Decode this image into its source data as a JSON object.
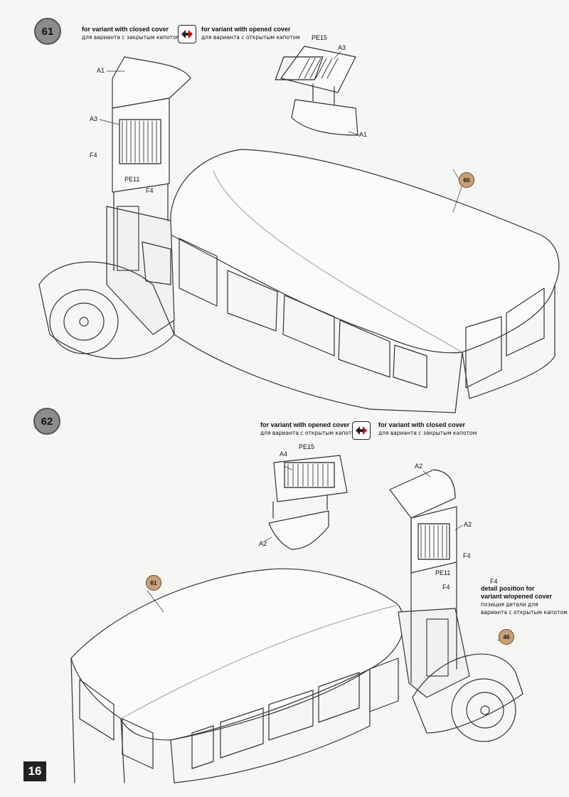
{
  "steps": [
    {
      "number": "61",
      "closed_en": "for variant with closed cover",
      "closed_ru": "для варианта с закрытым капотом",
      "opened_en": "for variant with opened cover",
      "opened_ru": "для варианта с открытым капотом",
      "labels": {
        "a1_top": "A1",
        "a3_left": "A3",
        "f4_left": "F4",
        "pe11": "PE11",
        "f4_mid": "F4",
        "pe15": "PE15",
        "a3_right": "A3",
        "a1_right": "A1"
      },
      "ref_part": "60"
    },
    {
      "number": "62",
      "opened_en": "for variant with opened cover",
      "opened_ru": "для варианта с открытым капотом",
      "closed_en": "for variant with closed cover",
      "closed_ru": "для варианта с закрытым капотом",
      "labels": {
        "pe15": "PE15",
        "a4": "A4",
        "a2_left": "A2",
        "a2_top": "A2",
        "a2_right": "A2",
        "f4_a": "F4",
        "pe11": "PE11",
        "f4_b": "F4",
        "f4_c": "F4"
      },
      "detail_en_1": "detail position for",
      "detail_en_2": "variant w/opened cover",
      "detail_ru_1": "позиция детали для",
      "detail_ru_2": "варианта с открытым капотом",
      "ref_part_a": "61",
      "ref_part_b": "46"
    }
  ],
  "page_number": "16"
}
